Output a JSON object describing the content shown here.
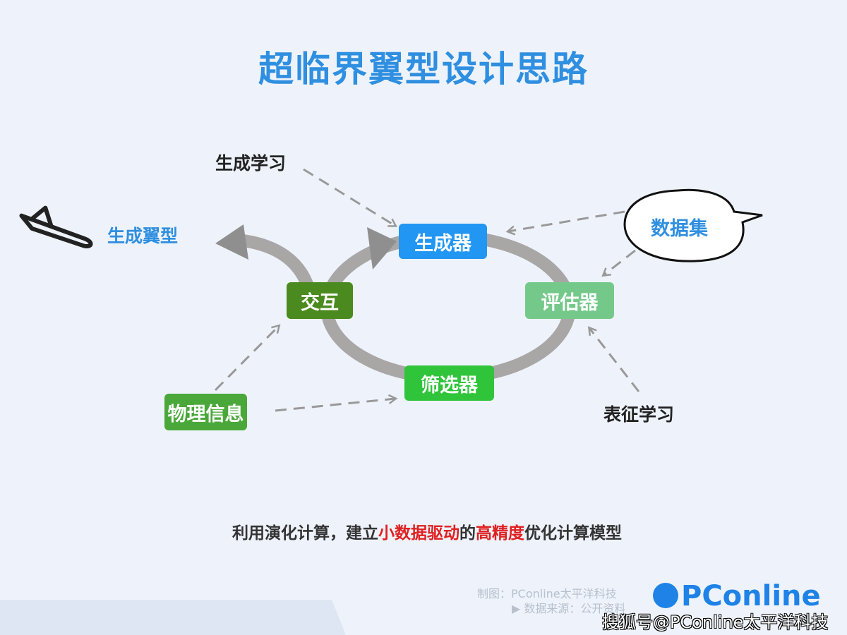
{
  "title": "超临界翼型设计思路",
  "nodes": {
    "generator": "生成器",
    "interaction": "交互",
    "evaluator": "评估器",
    "filter": "筛选器",
    "physics_info": "物理信息"
  },
  "labels": {
    "generative_learning": "生成学习",
    "generate_airfoil": "生成翼型",
    "dataset": "数据集",
    "representation_learning": "表征学习"
  },
  "caption": {
    "part1": "利用演化计算，建立",
    "highlight1": "小数据驱动",
    "part2": "的",
    "highlight2": "高精度",
    "part3": "优化计算模型"
  },
  "footer": {
    "credit": "制图：PConline太平洋科技",
    "source": "▶ 数据来源：公开资料",
    "logo": "PConline",
    "watermark": "搜狐号@PConline太平洋科技"
  },
  "colors": {
    "generator": "#2196f3",
    "interaction": "#4b8a1e",
    "evaluator": "#74c98a",
    "filter": "#2fc43a",
    "physics_info": "#4aa83a",
    "title": "#2f8fe0"
  }
}
